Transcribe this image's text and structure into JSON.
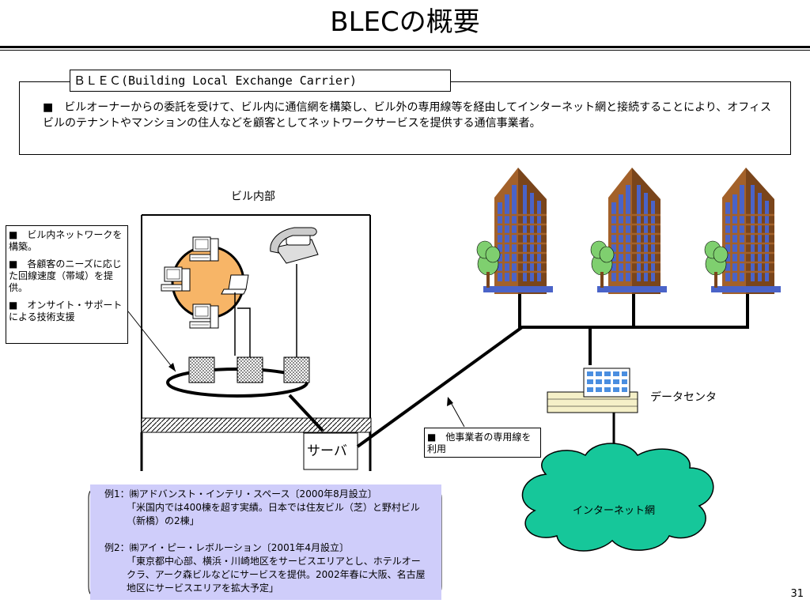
{
  "slide": {
    "title": "BLECの概要",
    "page_number": "31"
  },
  "definition": {
    "heading": "ＢＬＥＣ(Building Local Exchange Carrier)",
    "body": "■　ビルオーナーからの委託を受けて、ビル内に通信網を構築し、ビル外の専用線等を経由してインターネット網と接続することにより、オフィスビルのテナントやマンションの住人などを顧客としてネットワークサービスを提供する通信事業者。"
  },
  "diagram": {
    "building_interior_label": "ビル内部",
    "server_label": "サーバ",
    "datacenter_label": "データセンタ",
    "internet_label": "インターネット網",
    "leased_line_note": "■　他事業者の専用線を利用",
    "services": [
      "■　ビル内ネットワークを構築。",
      "■　各顧客のニーズに応じた回線速度（帯域）を提供。",
      "■　オンサイト・サポートによる技術支援"
    ]
  },
  "examples": {
    "ex1_title": "例1：㈱アドバンスト・インテリ・スペース〔2000年8月設立〕",
    "ex1_body": "「米国内では400棟を超す実績。日本では住友ビル（芝）と野村ビル（新橋）の2棟」",
    "ex2_title": "例2：㈱アイ・ピー・レボルーション〔2001年4月設立〕",
    "ex2_body": "「東京都中心部、横浜・川崎地区をサービスエリアとし、ホテルオークラ、アーク森ビルなどにサービスを提供。2002年春に大阪、名古屋地区にサービスエリアを拡大予定」"
  },
  "colors": {
    "cloud": "#16c79a",
    "lan_ring": "#f7b567",
    "examples_bg": "#cfcdfa",
    "building": "#a3612a",
    "window": "#4a63c8"
  }
}
